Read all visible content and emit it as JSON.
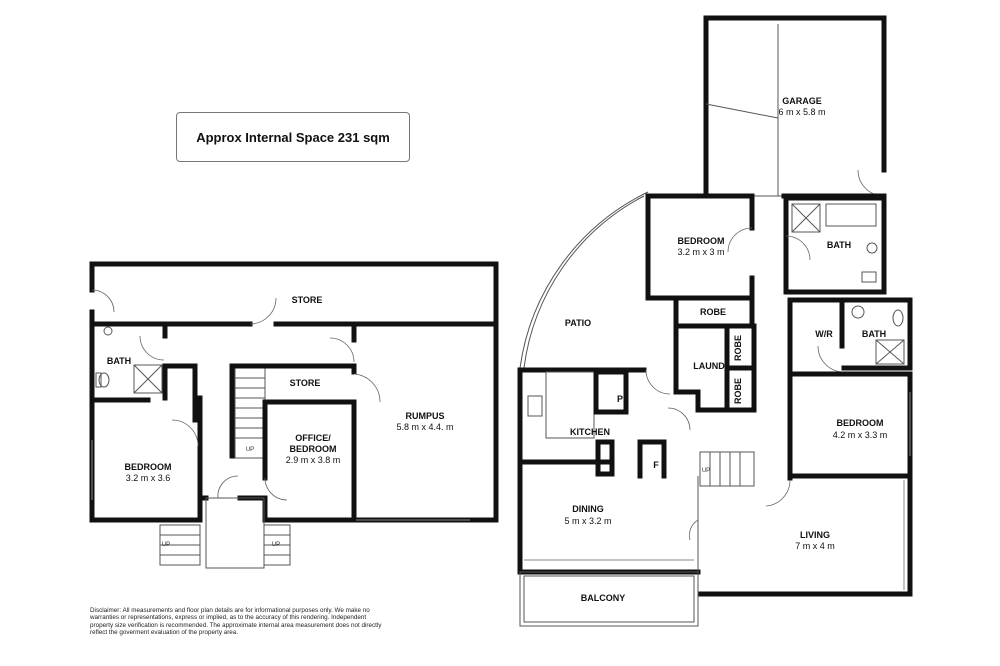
{
  "area_note": "Approx Internal Space 231 sqm",
  "disclaimer": "Disclaimer: All measurements and floor plan details are for informational purposes only. We make no warranties or representations, express or implied, as to the accuracy of this rendering. Independent property size verification is recommended. The approximate internal area measurement does not directly reflect the goverment evaluation of the property area.",
  "lower_floor": {
    "store_top": {
      "name": "STORE"
    },
    "bath": {
      "name": "BATH"
    },
    "store_mid": {
      "name": "STORE"
    },
    "rumpus": {
      "name": "RUMPUS",
      "size": "5.8 m x 4.4. m"
    },
    "office": {
      "name_line1": "OFFICE/",
      "name_line2": "BEDROOM",
      "size": "2.9 m x 3.8 m"
    },
    "bedroom": {
      "name": "BEDROOM",
      "size": "3.2 m x 3.6"
    },
    "stair_label": "UP",
    "entry_stair_left": "UP",
    "entry_stair_right": "UP"
  },
  "upper_floor": {
    "garage": {
      "name": "GARAGE",
      "size": "6 m x 5.8 m"
    },
    "bedroom1": {
      "name": "BEDROOM",
      "size": "3.2 m x 3 m"
    },
    "bath1": {
      "name": "BATH"
    },
    "patio": {
      "name": "PATIO"
    },
    "robe1": {
      "name": "ROBE"
    },
    "laund": {
      "name": "LAUND"
    },
    "robe2": {
      "name": "ROBE"
    },
    "robe3": {
      "name": "ROBE"
    },
    "wir": {
      "name": "W/R"
    },
    "bath2": {
      "name": "BATH"
    },
    "kitchen": {
      "name": "KITCHEN"
    },
    "pantry": {
      "name": "P"
    },
    "fridge": {
      "name": "F"
    },
    "stair_label": "UP",
    "bedroom2": {
      "name": "BEDROOM",
      "size": "4.2 m x 3.3 m"
    },
    "dining": {
      "name": "DINING",
      "size": "5 m x 3.2 m"
    },
    "living": {
      "name": "LIVING",
      "size": "7 m x 4 m"
    },
    "balcony": {
      "name": "BALCONY"
    }
  }
}
